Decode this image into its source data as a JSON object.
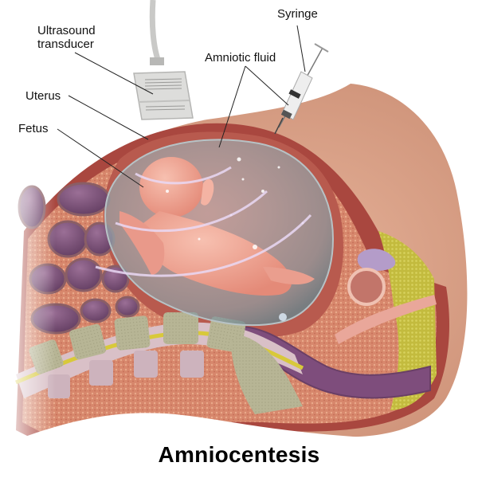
{
  "diagram": {
    "title": "Amniocentesis",
    "labels": [
      {
        "id": "ultrasound-transducer",
        "line1": "Ultrasound",
        "line2": "transducer"
      },
      {
        "id": "syringe",
        "text": "Syringe"
      },
      {
        "id": "amniotic-fluid",
        "text": "Amniotic fluid"
      },
      {
        "id": "uterus",
        "text": "Uterus"
      },
      {
        "id": "fetus",
        "text": "Fetus"
      }
    ],
    "colors": {
      "skin": "#d9a489",
      "uterine_wall": "#b4524a",
      "tissue": "#d98a6e",
      "amniotic_sac": "#a9b4b8",
      "fetus": "#f0a896",
      "intestine": "#7d4d78",
      "vertebra": "#b9b89a",
      "spinal_cord": "#d8c93a",
      "fat": "#c9c04a",
      "bladder": "#b49cc9",
      "ultrasound_waves": "#e8d6f2"
    }
  }
}
